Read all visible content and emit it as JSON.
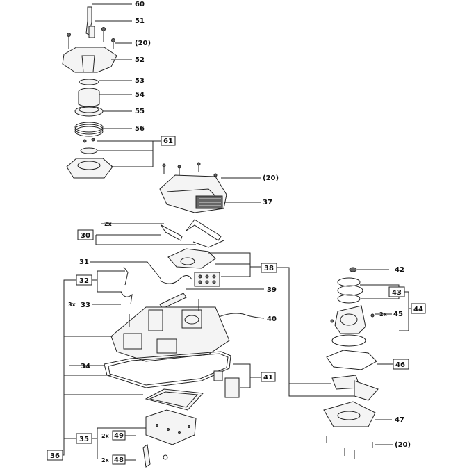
{
  "labels": {
    "l60": "60",
    "l51": "51",
    "l20a": "(20)",
    "l52": "52",
    "l53": "53",
    "l54": "54",
    "l55": "55",
    "l56": "56",
    "l61": "61",
    "l20b": "(20)",
    "l37": "37",
    "l2x_a": "2x",
    "l30": "30",
    "l31": "31",
    "l38": "38",
    "l42": "42",
    "l32": "32",
    "l43": "43",
    "l39": "39",
    "l44": "44",
    "l3x": "3x",
    "l33": "33",
    "l2x_b": "2x",
    "l45": "45",
    "l40": "40",
    "l46": "46",
    "l34": "34",
    "l41": "41",
    "l47": "47",
    "l35": "35",
    "l2x_c": "2x",
    "l49": "49",
    "l20c": "(20)",
    "l2x_d": "2x",
    "l48": "48",
    "l36": "36"
  }
}
